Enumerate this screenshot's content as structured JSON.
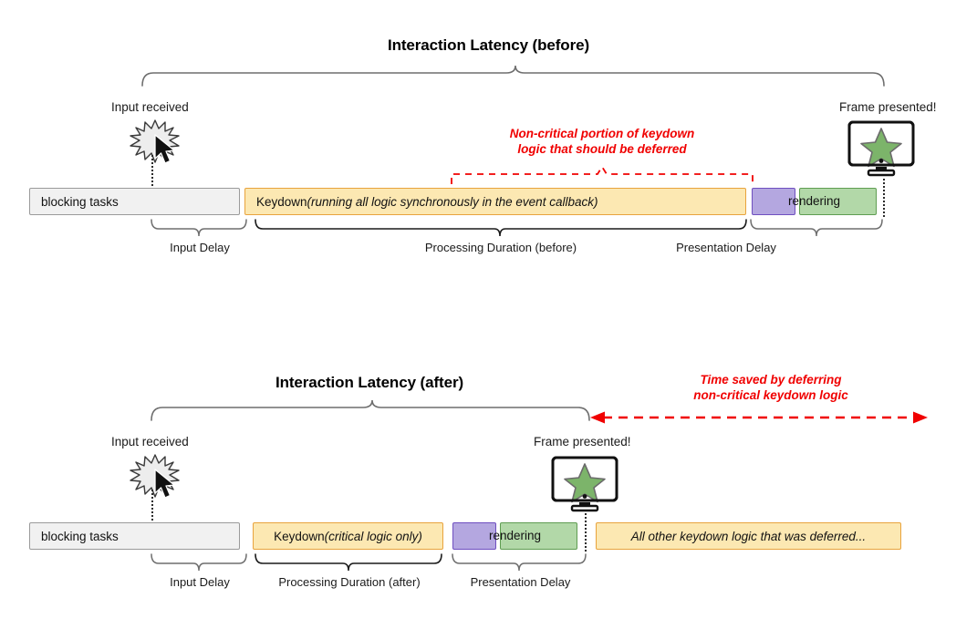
{
  "sections": [
    {
      "id": "before",
      "title": "Interaction Latency (before)",
      "input_label": "Input received",
      "frame_label": "Frame presented!",
      "red_note_line1": "Non-critical portion of keydown",
      "red_note_line2": "logic that should be deferred",
      "bars": {
        "blocking": "blocking tasks",
        "keydown_plain": "Keydown ",
        "keydown_italic": "(running all logic synchronously in the event callback)",
        "rendering": "rendering"
      },
      "brace_labels": {
        "input_delay": "Input Delay",
        "processing": "Processing Duration (before)",
        "presentation": "Presentation Delay"
      }
    },
    {
      "id": "after",
      "title": "Interaction Latency (after)",
      "input_label": "Input received",
      "frame_label": "Frame presented!",
      "red_note_line1": "Time saved by deferring",
      "red_note_line2": "non-critical keydown logic",
      "bars": {
        "blocking": "blocking tasks",
        "keydown_plain": "Keydown ",
        "keydown_italic": "(critical logic only)",
        "rendering": "rendering",
        "deferred": "All other keydown logic that was deferred..."
      },
      "brace_labels": {
        "input_delay": "Input Delay",
        "processing": "Processing Duration (after)",
        "presentation": "Presentation Delay"
      }
    }
  ],
  "icons": {
    "spark": "spark-burst-icon",
    "cursor": "mouse-cursor-icon",
    "monitor": "monitor-icon",
    "star": "star-icon"
  },
  "colors": {
    "keydown_fill": "#fce8b2",
    "keydown_border": "#e8a33d",
    "blocking_fill": "#f1f1f1",
    "blocking_border": "#9a9a9a",
    "rendering_purple_fill": "#b4a7e0",
    "rendering_purple_border": "#6f4fc0",
    "rendering_green_fill": "#b2d8a8",
    "rendering_green_border": "#5f9d52",
    "annotation_red": "#f00000",
    "star_green": "#7cb46a"
  }
}
